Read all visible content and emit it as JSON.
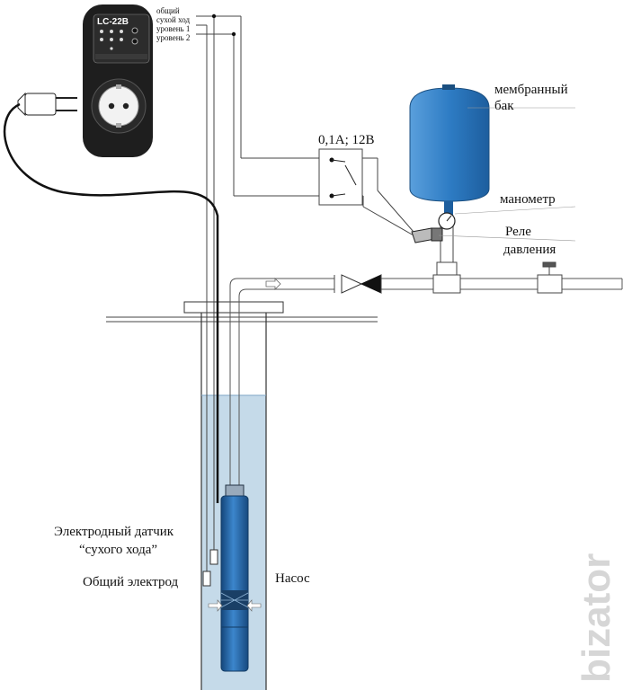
{
  "device": {
    "model": "LC-22B",
    "terminals": [
      "общий",
      "сухой ход",
      "уровень 1",
      "уровень 2"
    ]
  },
  "labels": {
    "tank": "мембранный",
    "tank2": "бак",
    "relay_spec": "0,1А; 12В",
    "gauge": "манометр",
    "pressure_relay": "Реле",
    "pressure_relay2": "давления",
    "dry_sensor": "Электродный датчик",
    "dry_sensor2": "“сухого хода”",
    "common_electrode": "Общий электрод",
    "pump": "Насос"
  },
  "watermark": "bizator",
  "colors": {
    "water": "#c5dae9",
    "tank": "#2e7cc4",
    "pump": "#1f5f9c",
    "device_body": "#1e1e1e",
    "line": "#333333"
  }
}
